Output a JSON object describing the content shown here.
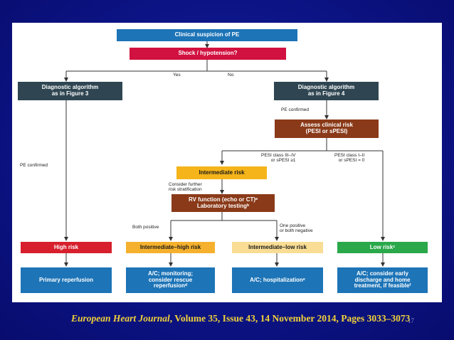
{
  "colors": {
    "background": "#0c1486",
    "blue": "#1d74b7",
    "crimson": "#d1113f",
    "slate": "#2f4652",
    "brown": "#8a3a19",
    "gold": "#f4b41a",
    "red": "#d71f2d",
    "orange": "#f5b12e",
    "pale_yellow": "#f9dd94",
    "green": "#2aa84a",
    "citation": "#f2d23a"
  },
  "boxes": {
    "clinical_suspicion": "Clinical suspicion of PE",
    "shock": "Shock / hypotension?",
    "diag_left_1": "Diagnostic algorithm",
    "diag_left_2": "as in Figure 3",
    "diag_right_1": "Diagnostic algorithm",
    "diag_right_2": "as in Figure 4",
    "assess_1": "Assess clinical risk",
    "assess_2": "(PESI or sPESI)",
    "intermediate_risk": "Intermediate risk",
    "rv_function_1": "RV function (echo or CT)ᵃ",
    "rv_function_2": "Laboratory testingᵇ",
    "high_risk": "High risk",
    "intermediate_high": "Intermediate–high risk",
    "intermediate_low": "Intermediate–low risk",
    "low_risk": "Low riskᶜ",
    "primary_reperfusion": "Primary reperfusion",
    "ac_monitoring_1": "A/C; monitoring;",
    "ac_monitoring_2": "consider rescue",
    "ac_monitoring_3": "reperfusionᵈ",
    "ac_hospitalization": "A/C; hospitalizationᵉ",
    "ac_early_1": "A/C; consider early",
    "ac_early_2": "discharge and home",
    "ac_early_3": "treatment, if feasibleᶠ"
  },
  "labels": {
    "yes": "Yes",
    "no": "No",
    "pe_confirmed_right": "PE confirmed",
    "pe_confirmed_left": "PE confirmed",
    "pesi_3_4_1": "PESI class III–IV",
    "pesi_3_4_2": "or sPESI ≥1",
    "pesi_1_2_1": "PESI class I–II",
    "pesi_1_2_2": "or sPESI = 0",
    "consider_further_1": "Consider further",
    "consider_further_2": "risk stratification",
    "both_positive": "Both positive",
    "one_positive_1": "One positive",
    "one_positive_2": "or both negative"
  },
  "citation": {
    "journal": "European Heart Journal",
    "details": ", Volume 35, Issue 43, 14 November 2014, Pages 3033–3073"
  },
  "slide_number": "17"
}
